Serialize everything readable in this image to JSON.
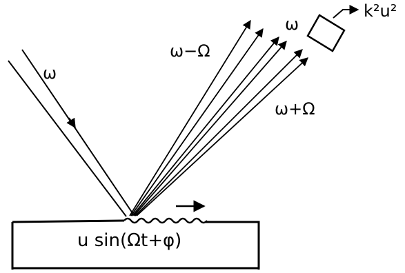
{
  "diagram": {
    "labels": {
      "incident": "ω",
      "lower_sideband": "ω−Ω",
      "carrier": "ω",
      "upper_sideband": "ω+Ω",
      "detector_output": "k²u²",
      "surface_wave": "u sin(Ωt+φ)"
    },
    "components": [
      "incident-beam",
      "reflected-beams",
      "detector-box",
      "sample-block",
      "surface-ripple",
      "propagation-arrow"
    ],
    "colors": {
      "ink": "#000000",
      "background": "#ffffff"
    }
  }
}
